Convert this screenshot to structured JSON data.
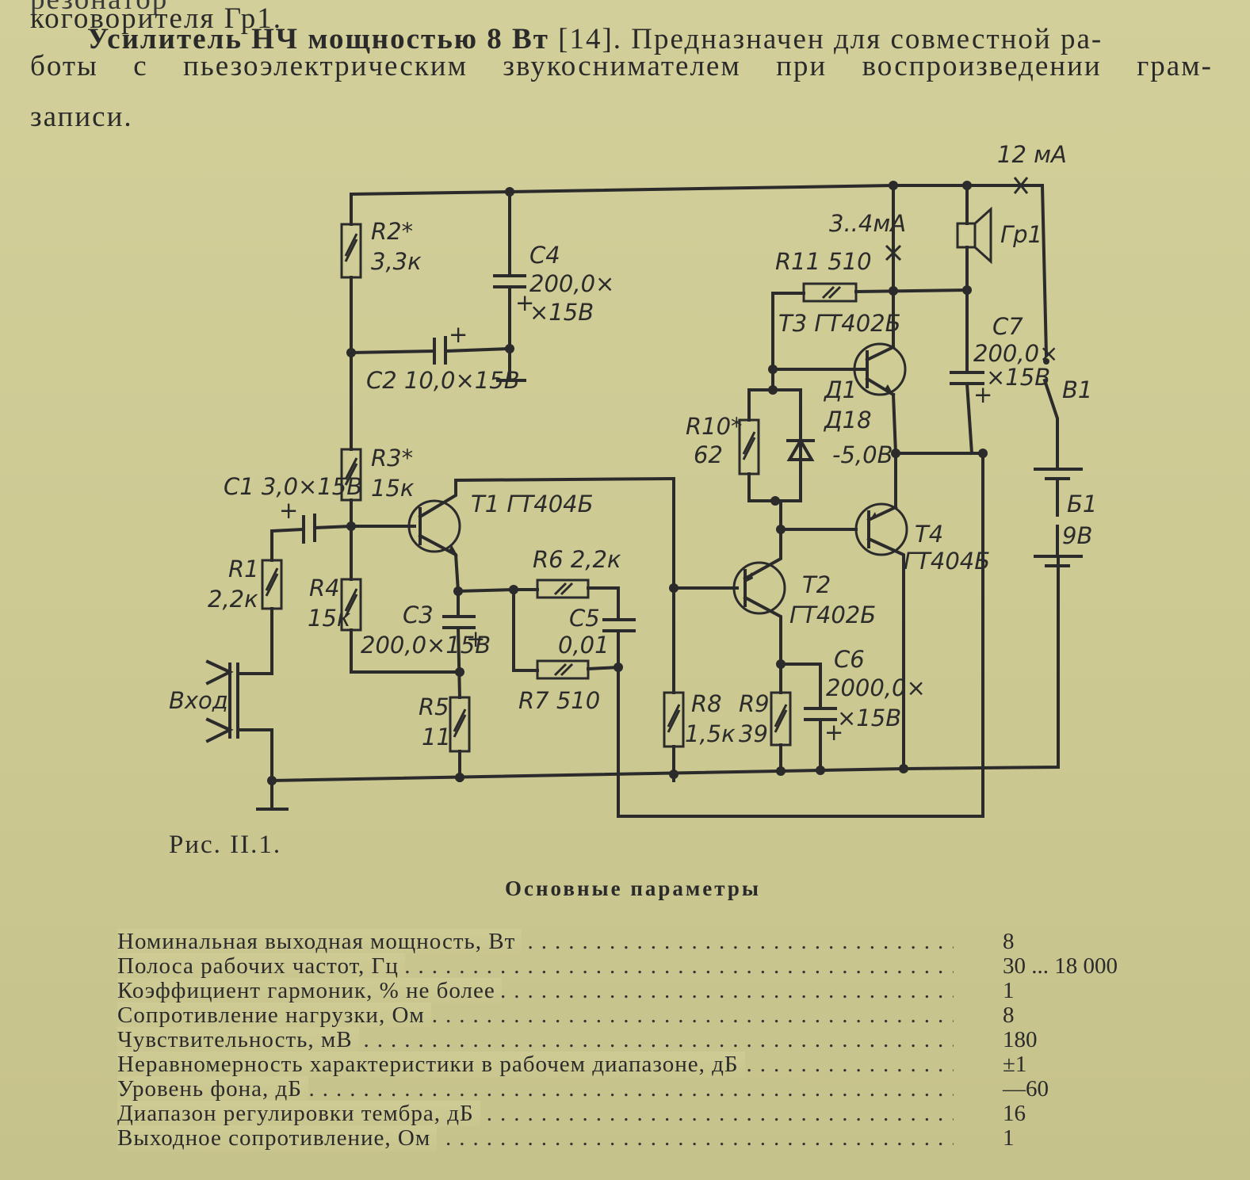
{
  "text": {
    "line0": "резонатор",
    "line1": "коговорителя Гр1.",
    "line2_bold": "Усилитель НЧ мощностью 8 Вт",
    "line2_rest": "[14]. Предназначен для совместной ра-",
    "line3_words": [
      "боты",
      "с",
      "пьезоэлектрическим",
      "звукоснимателем",
      "при",
      "воспроизведении",
      "грам-"
    ],
    "line4": "записи."
  },
  "schematic": {
    "labels": {
      "r2": "R2*",
      "r2v": "3,3к",
      "c4": "C4",
      "c4v": "200,0×",
      "c4plus": "+",
      "c4v2": "×15В",
      "c2": "C2 10,0×15В",
      "c2plus": "+",
      "r3": "R3*",
      "r3v": "15к",
      "c1": "C1 3,0×15В",
      "c1plus": "+",
      "t1": "Т1 ГТ404Б",
      "r1": "R1",
      "r1v": "2,2к",
      "r4": "R4",
      "r4v": "15к",
      "c3": "C3",
      "c3v": "200,0×15В",
      "c3plus": "+",
      "r6": "R6 2,2к",
      "c5": "C5",
      "c5v": "0,01",
      "r7": "R7 510",
      "r5": "R5",
      "r5v": "11",
      "input": "Вход",
      "r8": "R8",
      "r8v": "1,5к",
      "r9": "R9",
      "r9v": "39",
      "c6": "C6",
      "c6v": "2000,0×",
      "c6plus": "+",
      "c6v2": "×15В",
      "t2": "Т2",
      "t2v": "ГТ402Б",
      "t4": "Т4",
      "t4v": "ГТ404Б",
      "r10": "R10*",
      "r10v": "62",
      "d1": "Д1",
      "d1v": "Д18",
      "volt": "-5,0В",
      "t3": "Т3 ГТ402Б",
      "r11": "R11 510",
      "cur34": "3..4мА",
      "cur12": "12 мА",
      "gr1": "Гр1",
      "c7": "C7",
      "c7v": "200,0×",
      "c7v2": "×15В",
      "c7plus": "+",
      "b1sw": "В1",
      "b1": "Б1",
      "b1v": "9В"
    }
  },
  "caption": "Рис. II.1.",
  "params": {
    "title": "Основные параметры",
    "rows": [
      {
        "name": "Номинальная выходная мощность, Вт",
        "value": "8"
      },
      {
        "name": "Полоса рабочих частот, Гц",
        "value": "30 ... 18 000"
      },
      {
        "name": "Коэффициент гармоник, %  не более",
        "value": "1"
      },
      {
        "name": "Сопротивление нагрузки, Ом",
        "value": "8"
      },
      {
        "name": "Чувствительность, мВ",
        "value": "180"
      },
      {
        "name": "Неравномерность характеристики в рабочем диапазоне, дБ",
        "value": "±1"
      },
      {
        "name": "Уровень фона, дБ",
        "value": "—60"
      },
      {
        "name": "Диапазон регулировки тембра, дБ",
        "value": "16"
      },
      {
        "name": "Выходное сопротивление, Ом",
        "value": "1"
      }
    ]
  }
}
